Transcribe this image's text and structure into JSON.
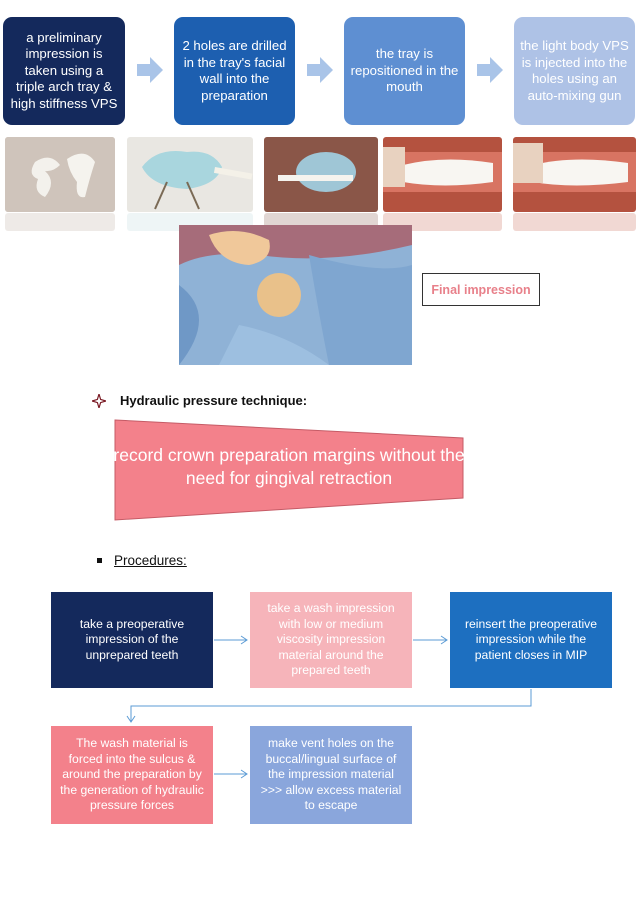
{
  "flow_steps": [
    {
      "text": "a preliminary impression is taken using a triple arch tray & high stiffness VPS"
    },
    {
      "text": "2 holes are drilled in the tray's facial wall into the preparation"
    },
    {
      "text": "the tray is repositioned in the mouth"
    },
    {
      "text": "the light body VPS is injected into the holes using an auto-mixing gun"
    }
  ],
  "final_impression_label": "Final impression",
  "hydraulic": {
    "title": "Hydraulic pressure technique:",
    "bullet_icon": "four-point-star-icon",
    "banner_text": "record crown preparation margins without the need for gingival retraction"
  },
  "procedures": {
    "title": "Procedures:",
    "steps": [
      {
        "text": "take a preoperative impression of the unprepared teeth"
      },
      {
        "text": "take a wash impression with low or medium viscosity impression material around the prepared teeth"
      },
      {
        "text": "reinsert the preoperative impression while the patient closes in MIP"
      },
      {
        "text": "The wash material is forced into the sulcus & around the preparation by the generation of hydraulic pressure forces"
      },
      {
        "text": "make vent holes on the buccal/lingual surface of the impression material >>> allow excess material to escape"
      }
    ]
  },
  "colors": {
    "navy": "#14295c",
    "blue": "#1d5fb0",
    "mid_blue": "#5e8fd2",
    "light_blue": "#aec2e6",
    "pink": "#f3818b",
    "light_pink": "#f6b4ba",
    "arrow": "#5b9bd5"
  }
}
